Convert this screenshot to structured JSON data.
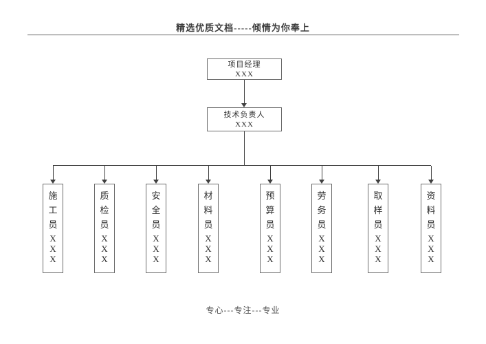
{
  "header": {
    "title": "精选优质文档-----倾情为你奉上"
  },
  "chart": {
    "top": {
      "label": "项目经理",
      "name": "XXX"
    },
    "second": {
      "label": "技术负责人",
      "name": "XXX"
    },
    "roles": [
      {
        "label": "施工员",
        "name": "XXX"
      },
      {
        "label": "质检员",
        "name": "XXX"
      },
      {
        "label": "安全员",
        "name": "XXX"
      },
      {
        "label": "材料员",
        "name": "XXX"
      },
      {
        "label": "预算员",
        "name": "XXX"
      },
      {
        "label": "劳务员",
        "name": "XXX"
      },
      {
        "label": "取样员",
        "name": "XXX"
      },
      {
        "label": "资料员",
        "name": "XXX"
      }
    ]
  },
  "footer": {
    "slogan": "专心---专注---专业"
  },
  "colors": {
    "line": "#3f3f3f",
    "box_border": "#6a6a6a",
    "text": "#2e2e2e",
    "footer_text": "#555555"
  }
}
